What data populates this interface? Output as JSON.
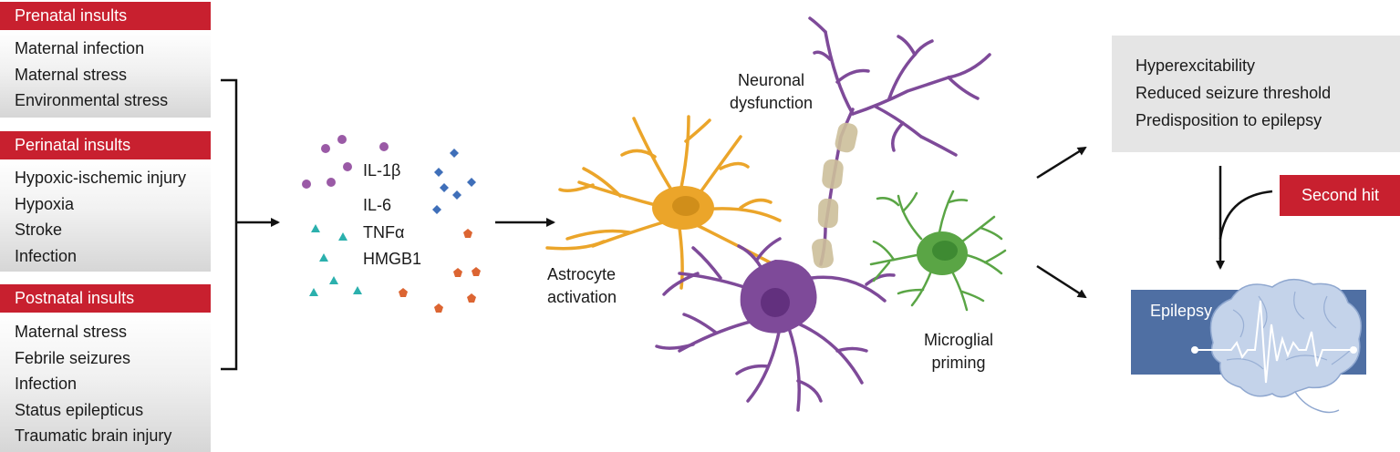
{
  "insult_groups": [
    {
      "title": "Prenatal insults",
      "items": [
        "Maternal infection",
        "Maternal stress",
        "Environmental stress"
      ]
    },
    {
      "title": "Perinatal insults",
      "items": [
        "Hypoxic-ischemic injury",
        "Hypoxia",
        "Stroke",
        "Infection"
      ]
    },
    {
      "title": "Postnatal insults",
      "items": [
        "Maternal stress",
        "Febrile seizures",
        "Infection",
        "Status epilepticus",
        "Traumatic brain injury"
      ]
    }
  ],
  "mediators": [
    "IL-1β",
    "IL-6",
    "TNFα",
    "HMGB1"
  ],
  "cell_labels": {
    "astrocyte": "Astrocyte\nactivation",
    "neuron": "Neuronal\ndysfunction",
    "microglia": "Microglial\npriming"
  },
  "outcomes": [
    "Hyperexcitability",
    "Reduced seizure threshold",
    "Predisposition to epilepsy"
  ],
  "second_hit": "Second hit",
  "epilepsy": "Epilepsy",
  "colors": {
    "header_red": "#c8202f",
    "astrocyte": "#eba52a",
    "neuron": "#7e4a99",
    "microglia": "#5aa545",
    "myelin": "#cdbf9b",
    "epilepsy_box": "#4f6fa3",
    "brain": "#c4d3ea",
    "outcome_box": "#e5e5e5",
    "circle_marker": "#9a5aa6",
    "diamond_marker": "#3f6fb9",
    "triangle_marker": "#2bb0ad",
    "pentagon_marker": "#dc6532"
  }
}
